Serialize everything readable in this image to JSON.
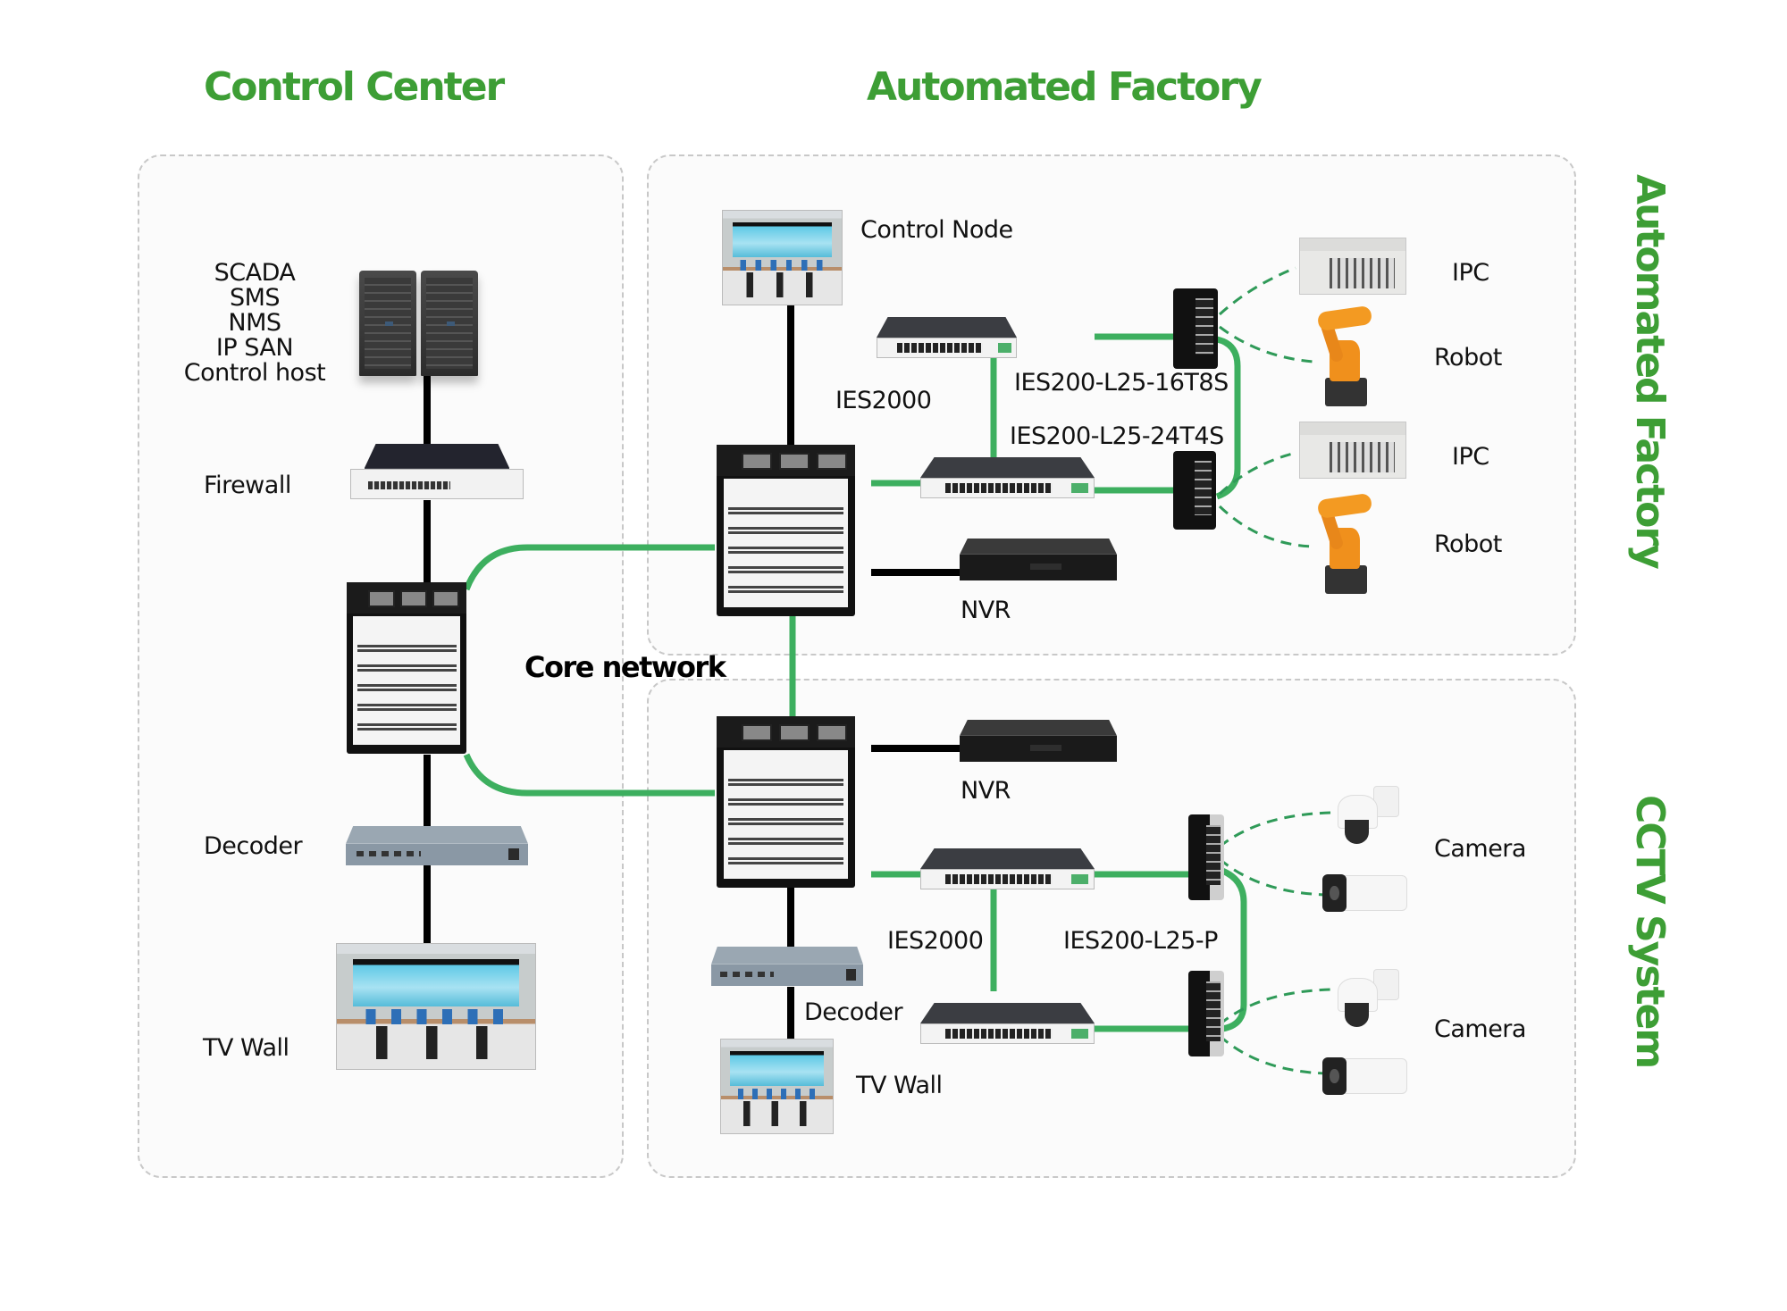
{
  "titles": {
    "control_center": "Control Center",
    "automated_factory": "Automated Factory",
    "side_automated_factory": "Automated Factory",
    "side_cctv_system": "CCTV System"
  },
  "colors": {
    "title_green": "#3d9e35",
    "link_green": "#3daf5f",
    "link_black": "#000000",
    "zone_border": "#c8c8c8"
  },
  "control_center": {
    "servers_label_lines": [
      "SCADA",
      "SMS",
      "NMS",
      "IP SAN",
      "Control host"
    ],
    "firewall_label": "Firewall",
    "decoder_label": "Decoder",
    "tv_wall_label": "TV Wall"
  },
  "core": {
    "label": "Core network"
  },
  "automated_factory": {
    "control_node_label": "Control Node",
    "ies2000_label": "IES2000",
    "switch_16t8s_label": "IES200-L25-16T8S",
    "switch_24t4s_label": "IES200-L25-24T4S",
    "nvr_label": "NVR",
    "endpoints": [
      {
        "label": "IPC",
        "icon": "industrial-pc-icon"
      },
      {
        "label": "Robot",
        "icon": "robot-arm-icon"
      },
      {
        "label": "IPC",
        "icon": "industrial-pc-icon"
      },
      {
        "label": "Robot",
        "icon": "robot-arm-icon"
      }
    ]
  },
  "cctv_system": {
    "nvr_label": "NVR",
    "ies2000_label": "IES2000",
    "switch_p_label": "IES200-L25-P",
    "decoder_label": "Decoder",
    "tv_wall_label": "TV Wall",
    "camera_labels": [
      "Camera",
      "Camera"
    ]
  }
}
